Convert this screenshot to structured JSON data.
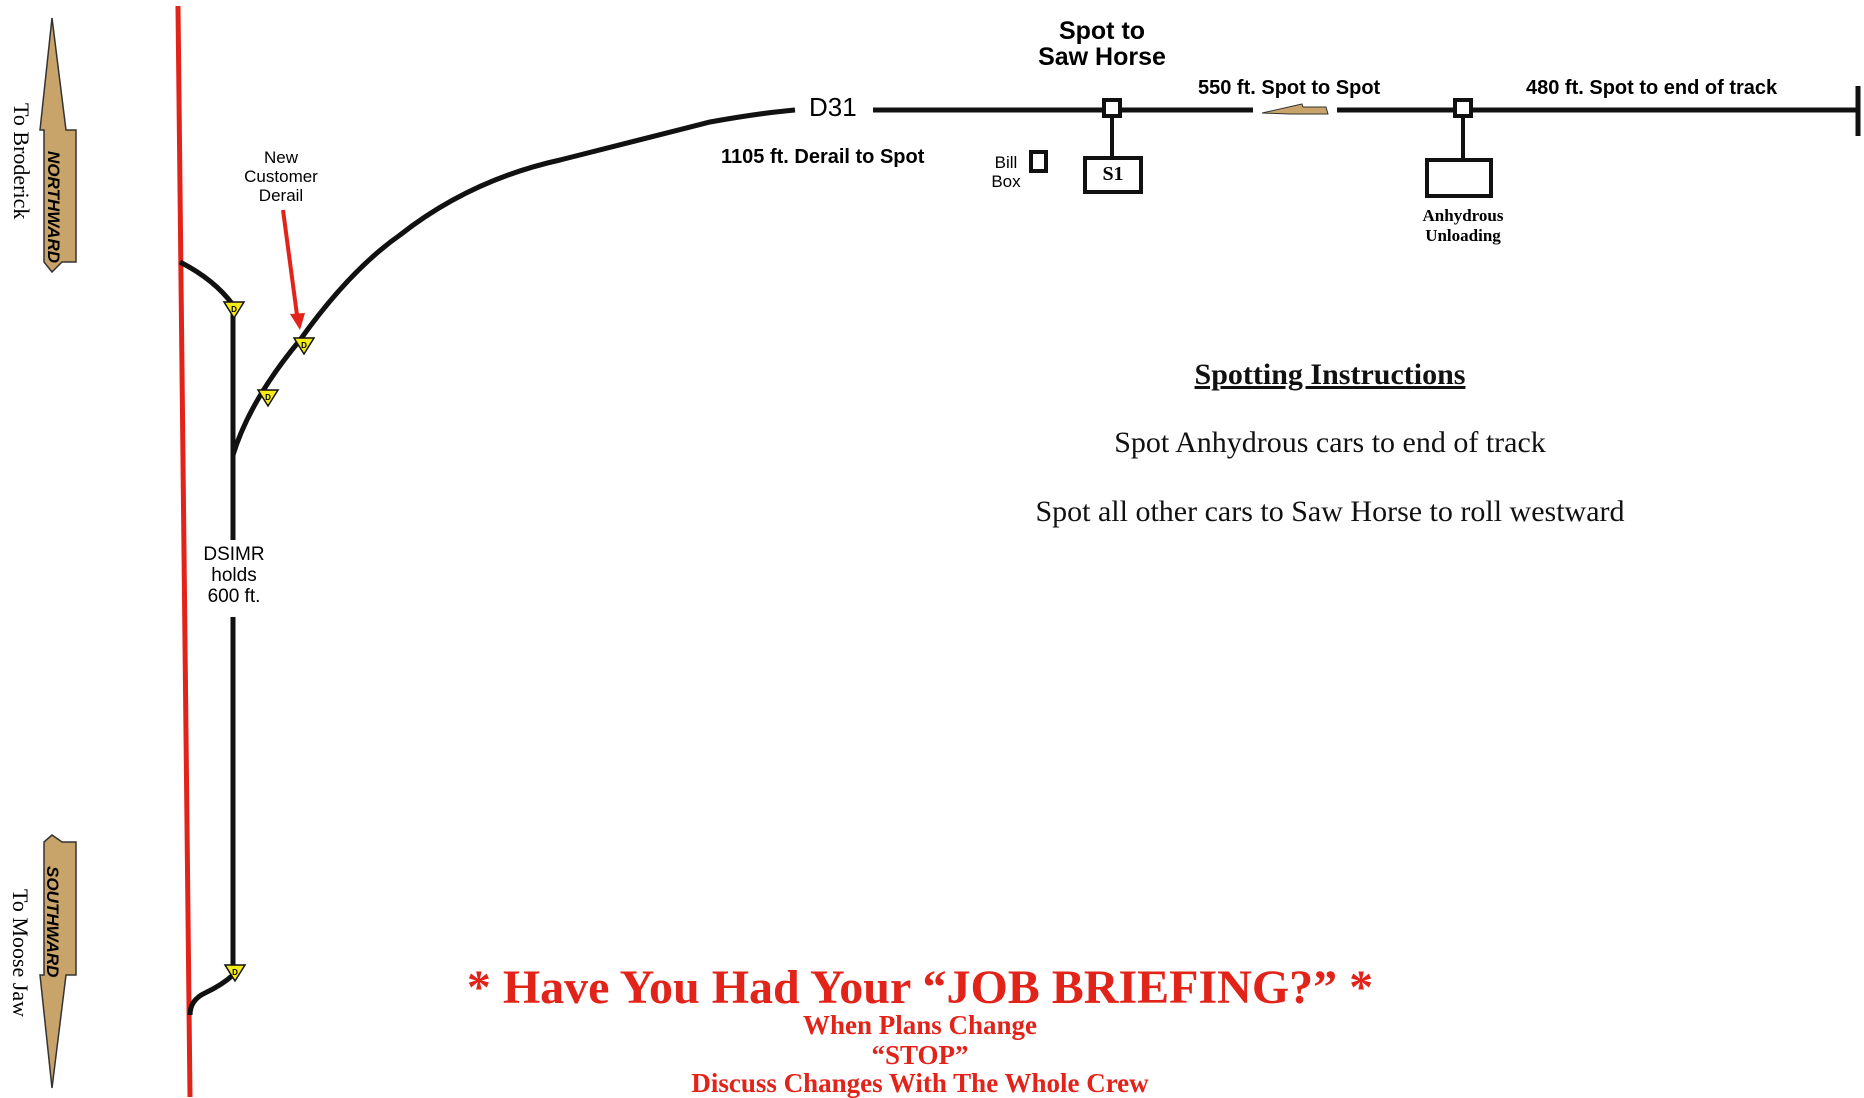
{
  "directions": {
    "northward": {
      "label": "NORTHWARD",
      "to": "To Broderick"
    },
    "southward": {
      "label": "SOUTHWARD",
      "to": "To Moose Jaw"
    }
  },
  "labels": {
    "new_derail": [
      "New",
      "Customer",
      "Derail"
    ],
    "dsimr": [
      "DSIMR",
      "holds",
      "600 ft."
    ],
    "d31": "D31",
    "derail_to_spot": "1105 ft. Derail to Spot",
    "spot_to_saw_horse": [
      "Spot to",
      "Saw Horse"
    ],
    "bill_box": [
      "Bill",
      "Box"
    ],
    "s1": "S1",
    "spot_to_spot": "550 ft. Spot to Spot",
    "spot_to_end": "480 ft. Spot to end of track",
    "anhydrous": [
      "Anhydrous",
      "Unloading"
    ],
    "derail_marker": "D"
  },
  "instructions": {
    "title": "Spotting Instructions",
    "lines": [
      "Spot Anhydrous cars to end of track",
      "Spot all other cars to Saw Horse to roll westward"
    ]
  },
  "briefing": {
    "headline": "* Have You Had Your “JOB BRIEFING?” *",
    "lines": [
      "When Plans Change",
      "“STOP”",
      "Discuss Changes With The Whole Crew"
    ]
  },
  "colors": {
    "mainline": "#e2231a",
    "track": "#111111",
    "arrow_fill": "#c8a46a",
    "derail_fill": "#f5ea1a",
    "alert_text": "#e2231a"
  }
}
